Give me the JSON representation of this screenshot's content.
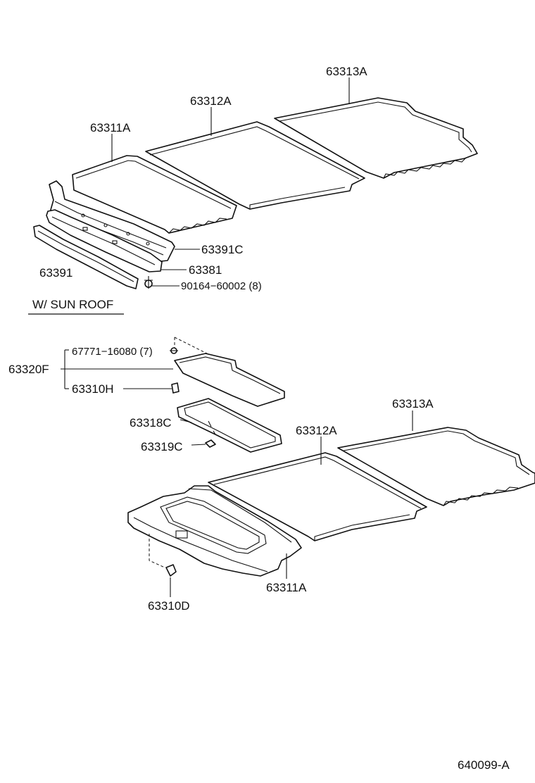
{
  "section_note": "W/ SUN ROOF",
  "diagram_id": "640099-A",
  "labels": {
    "top_63313A": "63313A",
    "top_63312A": "63312A",
    "top_63311A": "63311A",
    "top_63391C": "63391C",
    "top_63381": "63381",
    "top_63391": "63391",
    "top_90164": "90164−60002 (8)",
    "bot_67771": "67771−16080 (7)",
    "bot_63320F": "63320F",
    "bot_63310H": "63310H",
    "bot_63318C": "63318C",
    "bot_63319C": "63319C",
    "bot_63312A": "63312A",
    "bot_63313A": "63313A",
    "bot_63311A": "63311A",
    "bot_63310D": "63310D"
  }
}
